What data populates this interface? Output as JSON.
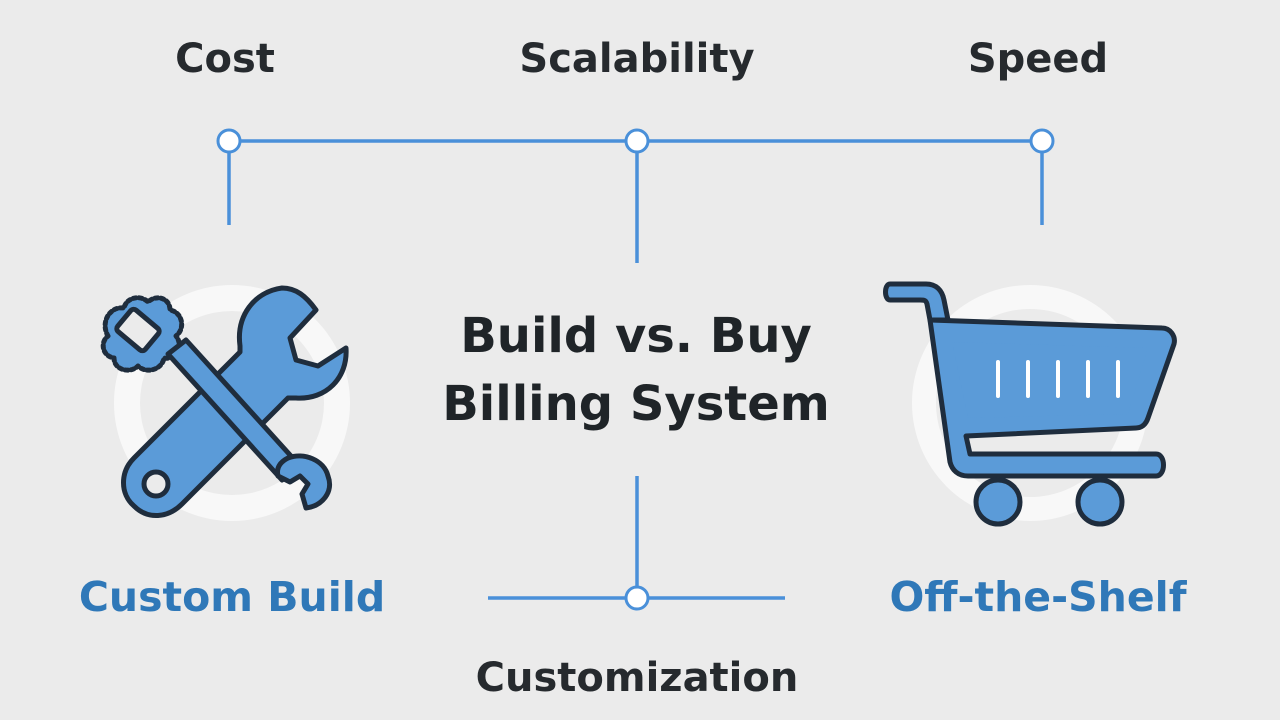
{
  "title": {
    "line1": "Build vs. Buy",
    "line2": "Billing System"
  },
  "criteria": {
    "cost": "Cost",
    "scalability": "Scalability",
    "speed": "Speed",
    "customization": "Customization"
  },
  "options": {
    "custom_build": "Custom Build",
    "off_the_shelf": "Off-the-Shelf"
  },
  "icons": {
    "custom_build": "wrench-screwdriver-icon",
    "off_the_shelf": "shopping-cart-icon"
  },
  "colors": {
    "accent": "#4a90d9",
    "icon_fill": "#5b9bd8",
    "icon_outline": "#1f2d3d",
    "option_label": "#2f78b8",
    "text": "#262a2e",
    "background": "#ebebeb"
  }
}
